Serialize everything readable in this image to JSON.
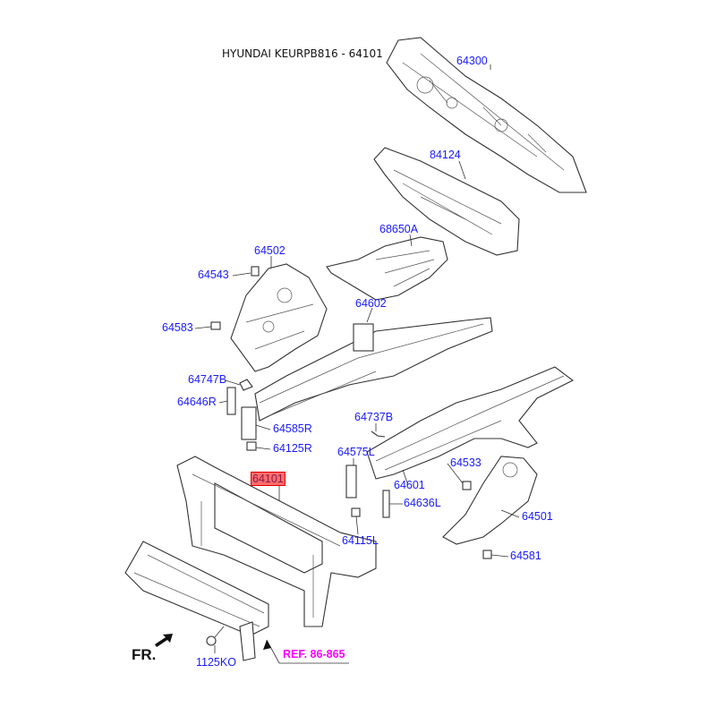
{
  "title": "HYUNDAI KEURPB816 - 64101",
  "labels": {
    "p64300": "64300",
    "p84124": "84124",
    "p68650A": "68650A",
    "p64502": "64502",
    "p64543": "64543",
    "p64583": "64583",
    "p64602": "64602",
    "p64747B": "64747B",
    "p64646R": "64646R",
    "p64585R": "64585R",
    "p64737B": "64737B",
    "p64125R": "64125R",
    "p64575L": "64575L",
    "p64533": "64533",
    "p64101": "64101",
    "p64601": "64601",
    "p64636L": "64636L",
    "p64501": "64501",
    "p64115L": "64115L",
    "p64581": "64581",
    "p1125KO": "1125KO"
  },
  "reference": "REF. 86-865",
  "front_indicator": "FR.",
  "colors": {
    "label": "#1a1aff",
    "highlight": "#ff6b6b",
    "reference": "#ff00ff"
  }
}
